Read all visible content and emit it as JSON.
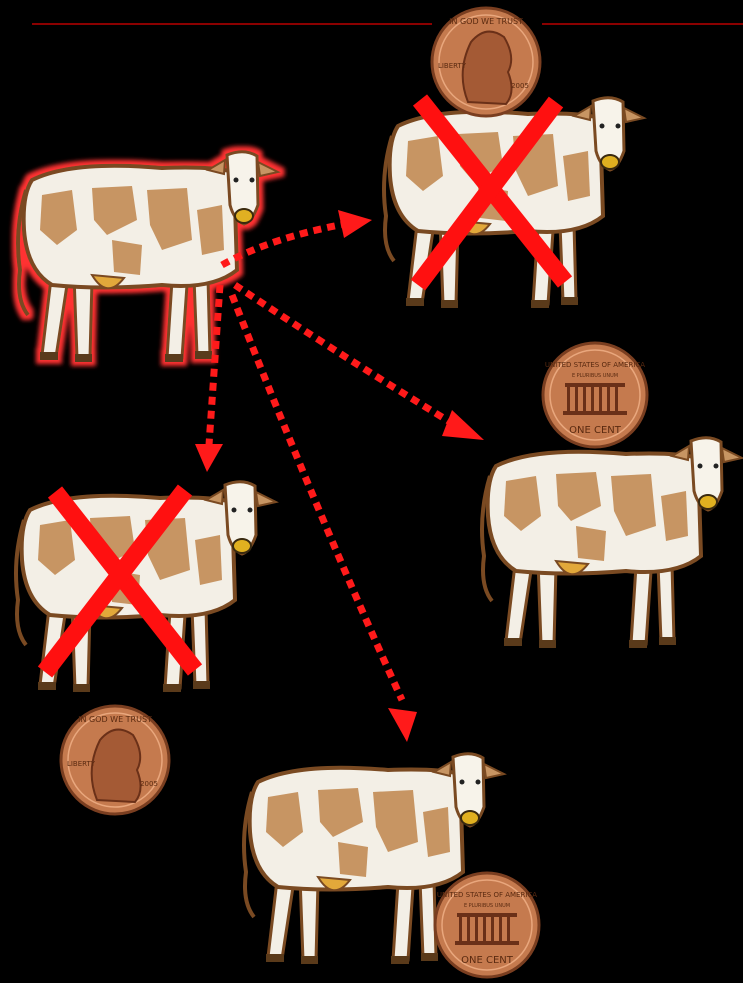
{
  "colors": {
    "background": "#000000",
    "top_rule": "#8b0000",
    "arrow": "#ff1a1a",
    "cross": "#ff1010",
    "cow_body": "#f3efe6",
    "cow_patch": "#c79563",
    "cow_outline": "#7a4a22",
    "copper": "#c57a4e",
    "copper_dark": "#7a3e20"
  },
  "source_cow": {
    "glow": true,
    "icon": "cow-icon"
  },
  "targets": [
    {
      "id": "top-right",
      "coin": "penny-obverse",
      "crossed": true,
      "coin_text": [
        "IN GOD WE TRUST",
        "LIBERTY",
        "2005"
      ]
    },
    {
      "id": "mid-right",
      "coin": "penny-reverse",
      "crossed": false,
      "coin_text": [
        "UNITED STATES OF AMERICA",
        "E PLURIBUS UNUM",
        "ONE CENT"
      ]
    },
    {
      "id": "left",
      "coin": "penny-obverse",
      "crossed": true,
      "coin_text": [
        "IN GOD WE TRUST",
        "LIBERTY",
        "2005"
      ]
    },
    {
      "id": "bottom-center",
      "coin": "penny-reverse",
      "crossed": false,
      "coin_text": [
        "UNITED STATES OF AMERICA",
        "E PLURIBUS UNUM",
        "ONE CENT"
      ]
    }
  ]
}
